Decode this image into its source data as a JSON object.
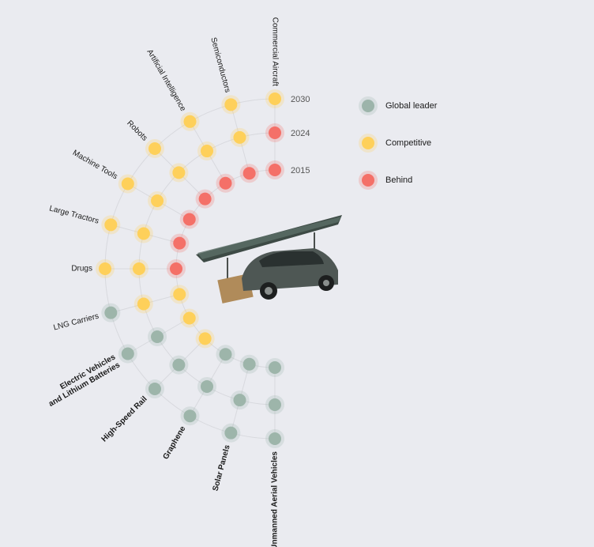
{
  "colors": {
    "global_leader": "#9db5aa",
    "competitive": "#fed05a",
    "behind": "#f47068",
    "ring": "#d8d9de",
    "background": "#eaebf0"
  },
  "years": [
    "2015",
    "2024",
    "2030"
  ],
  "legend": [
    {
      "label": "Global leader",
      "status": "global_leader"
    },
    {
      "label": "Competitive",
      "status": "competitive"
    },
    {
      "label": "Behind",
      "status": "behind"
    }
  ],
  "technologies": [
    {
      "label": "Commercial Aircraft",
      "bold": false,
      "statuses": [
        "behind",
        "behind",
        "competitive"
      ]
    },
    {
      "label": "Semiconductors",
      "bold": false,
      "statuses": [
        "behind",
        "competitive",
        "competitive"
      ]
    },
    {
      "label": "Artificial Intelligence",
      "bold": false,
      "statuses": [
        "behind",
        "competitive",
        "competitive"
      ]
    },
    {
      "label": "Robots",
      "bold": false,
      "statuses": [
        "behind",
        "competitive",
        "competitive"
      ]
    },
    {
      "label": "Machine Tools",
      "bold": false,
      "statuses": [
        "behind",
        "competitive",
        "competitive"
      ]
    },
    {
      "label": "Large Tractors",
      "bold": false,
      "statuses": [
        "behind",
        "competitive",
        "competitive"
      ]
    },
    {
      "label": "Drugs",
      "bold": false,
      "statuses": [
        "behind",
        "competitive",
        "competitive"
      ]
    },
    {
      "label": "LNG Carriers",
      "bold": false,
      "statuses": [
        "competitive",
        "competitive",
        "global_leader"
      ]
    },
    {
      "label": "Electric Vehicles and Lithium Batteries",
      "bold": true,
      "statuses": [
        "competitive",
        "global_leader",
        "global_leader"
      ]
    },
    {
      "label": "High-Speed Rail",
      "bold": true,
      "statuses": [
        "competitive",
        "global_leader",
        "global_leader"
      ]
    },
    {
      "label": "Graphene",
      "bold": true,
      "statuses": [
        "global_leader",
        "global_leader",
        "global_leader"
      ]
    },
    {
      "label": "Solar Panels",
      "bold": true,
      "statuses": [
        "global_leader",
        "global_leader",
        "global_leader"
      ]
    },
    {
      "label": "Unmanned Aerial Vehicles",
      "bold": true,
      "statuses": [
        "global_leader",
        "global_leader",
        "global_leader"
      ]
    }
  ]
}
